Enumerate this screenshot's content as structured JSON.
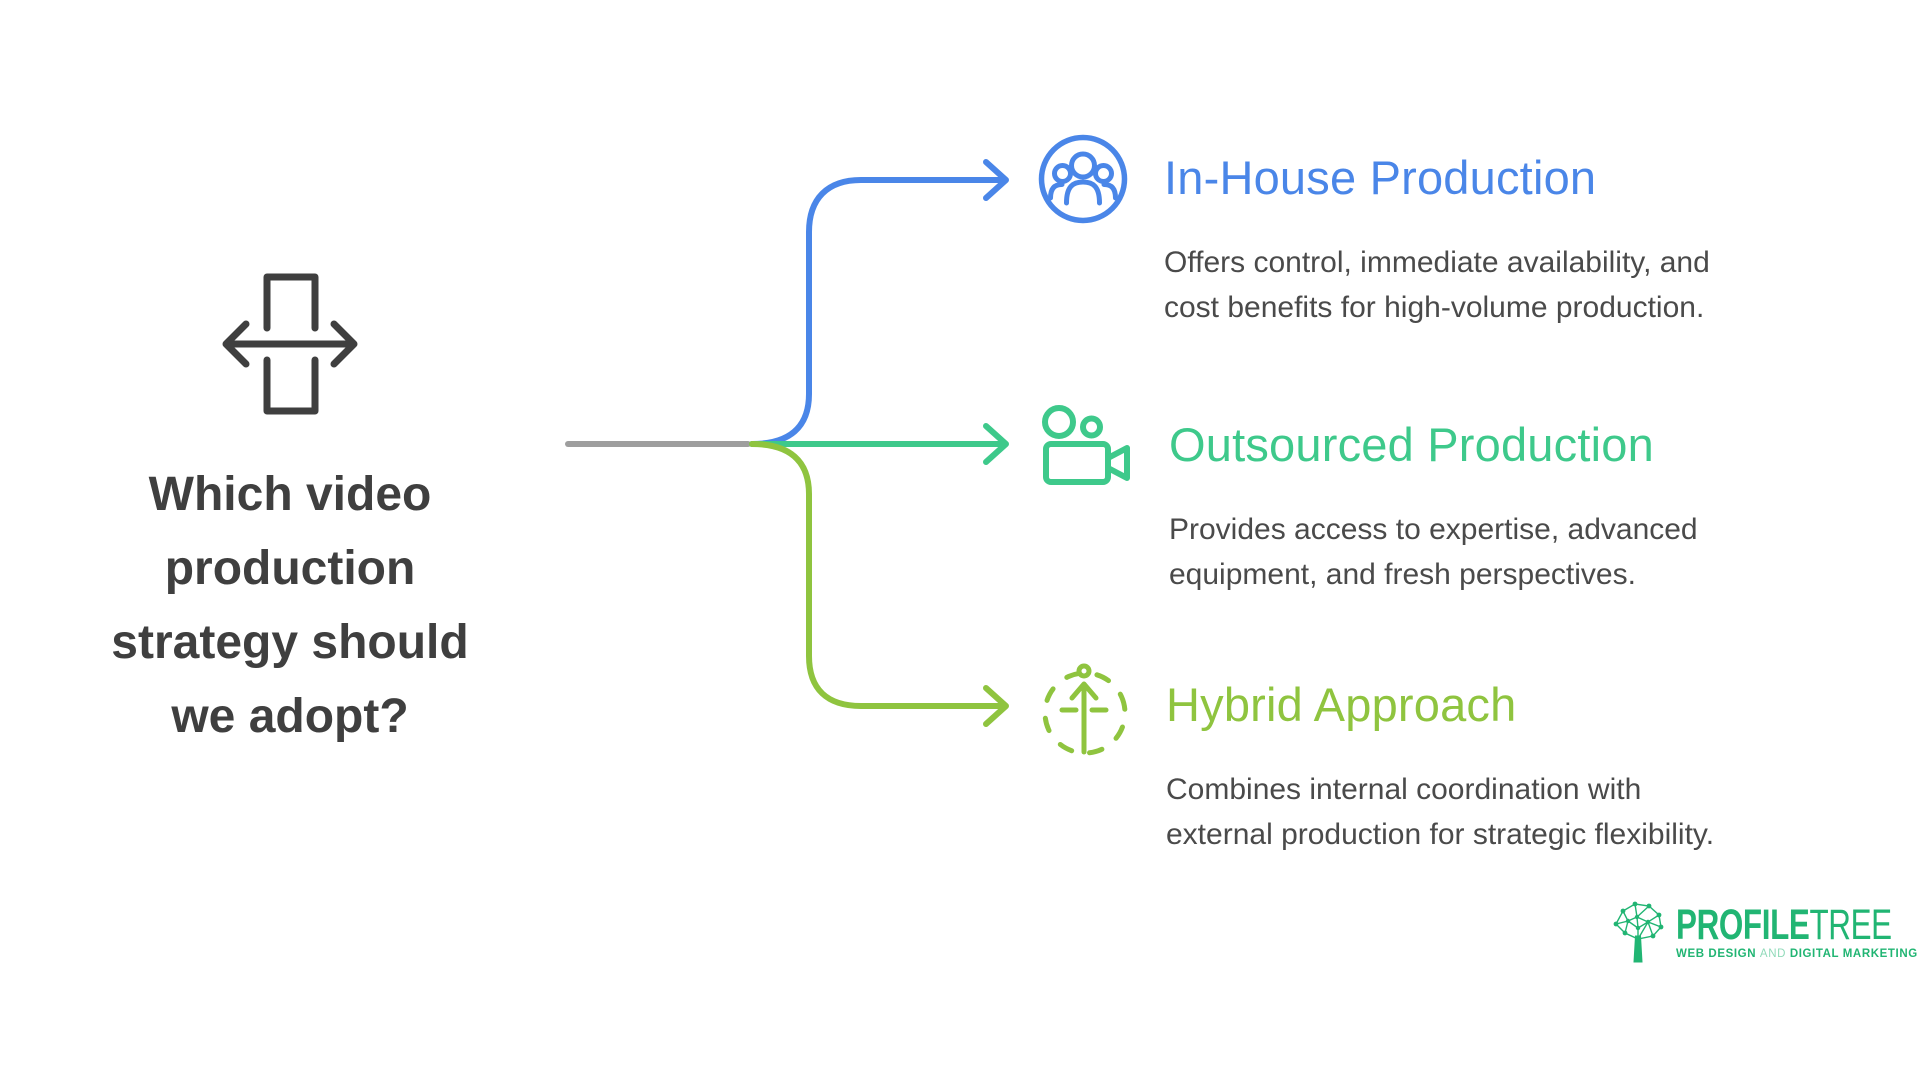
{
  "question": {
    "title_lines": [
      "Which video",
      "production",
      "strategy should",
      "we adopt?"
    ],
    "color": "#3f3f3f",
    "icon": "decision-arrows-icon"
  },
  "options": [
    {
      "label": "In-House Production",
      "description_lines": [
        "Offers control, immediate availability, and",
        "cost benefits for high-volume production."
      ],
      "color": "#4a86e8",
      "icon": "team-people-icon"
    },
    {
      "label": "Outsourced Production",
      "description_lines": [
        "Provides access to expertise, advanced",
        "equipment, and fresh perspectives."
      ],
      "color": "#3ec98b",
      "icon": "video-camera-icon"
    },
    {
      "label": "Hybrid Approach",
      "description_lines": [
        "Combines internal coordination with",
        "external production for strategic flexibility."
      ],
      "color": "#8fc43f",
      "icon": "person-flexibility-icon"
    }
  ],
  "connector": {
    "trunk_color": "#9e9e9e",
    "description_text_color": "#4a4a4a"
  },
  "logo": {
    "brand_primary": "PROFILE",
    "brand_secondary": "TREE",
    "tagline_left": "WEB DESIGN",
    "tagline_mid": "AND",
    "tagline_right": "DIGITAL MARKETING",
    "color": "#21b573"
  }
}
